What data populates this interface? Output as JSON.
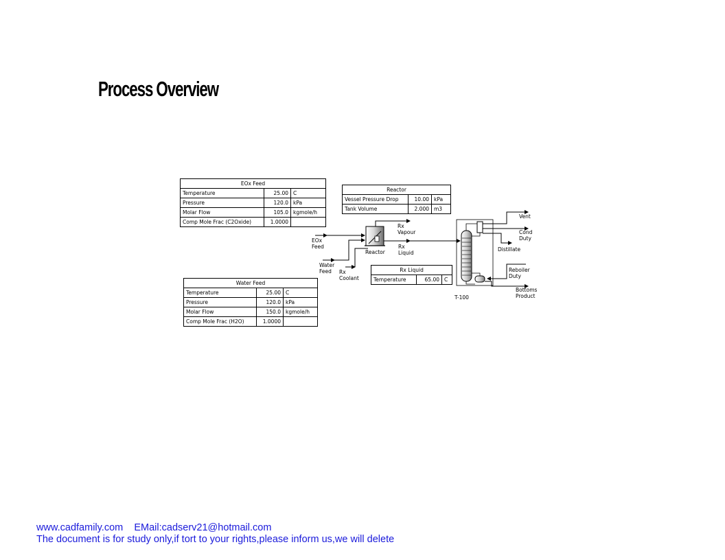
{
  "page_title": "Process Overview",
  "eox_feed": {
    "title": "EOx Feed",
    "rows": [
      {
        "label": "Temperature",
        "value": "25.00",
        "unit": "C"
      },
      {
        "label": "Pressure",
        "value": "120.0",
        "unit": "kPa"
      },
      {
        "label": "Molar Flow",
        "value": "105.0",
        "unit": "kgmole/h"
      },
      {
        "label": "Comp Mole Frac (C2Oxide)",
        "value": "1.0000",
        "unit": ""
      }
    ]
  },
  "reactor_table": {
    "title": "Reactor",
    "rows": [
      {
        "label": "Vessel Pressure Drop",
        "value": "10.00",
        "unit": "kPa"
      },
      {
        "label": "Tank Volume",
        "value": "2.000",
        "unit": "m3"
      }
    ]
  },
  "rx_liquid_table": {
    "title": "Rx Liquid",
    "rows": [
      {
        "label": "Temperature",
        "value": "65.00",
        "unit": "C"
      }
    ]
  },
  "water_feed": {
    "title": "Water Feed",
    "rows": [
      {
        "label": "Temperature",
        "value": "25.00",
        "unit": "C"
      },
      {
        "label": "Pressure",
        "value": "120.0",
        "unit": "kPa"
      },
      {
        "label": "Molar Flow",
        "value": "150.0",
        "unit": "kgmole/h"
      },
      {
        "label": "Comp Mole Frac (H2O)",
        "value": "1.0000",
        "unit": ""
      }
    ]
  },
  "streams": {
    "eox_feed": "EOx\nFeed",
    "water_feed": "Water\nFeed",
    "rx_coolant": "Rx\nCoolant",
    "reactor": "Reactor",
    "rx_vapour": "Rx\nVapour",
    "rx_liquid": "Rx\nLiquid",
    "column": "T-100",
    "vent": "Vent",
    "cond_duty": "Cond\nDuty",
    "distillate": "Distillate",
    "reboiler_duty": "Reboiler\nDuty",
    "bottoms_product": "Bottoms\nProduct"
  },
  "footer": {
    "line1": "www.cadfamily.com    EMail:cadserv21@hotmail.com",
    "line2": "The document is for study only,if tort to your rights,please inform us,we will delete"
  }
}
